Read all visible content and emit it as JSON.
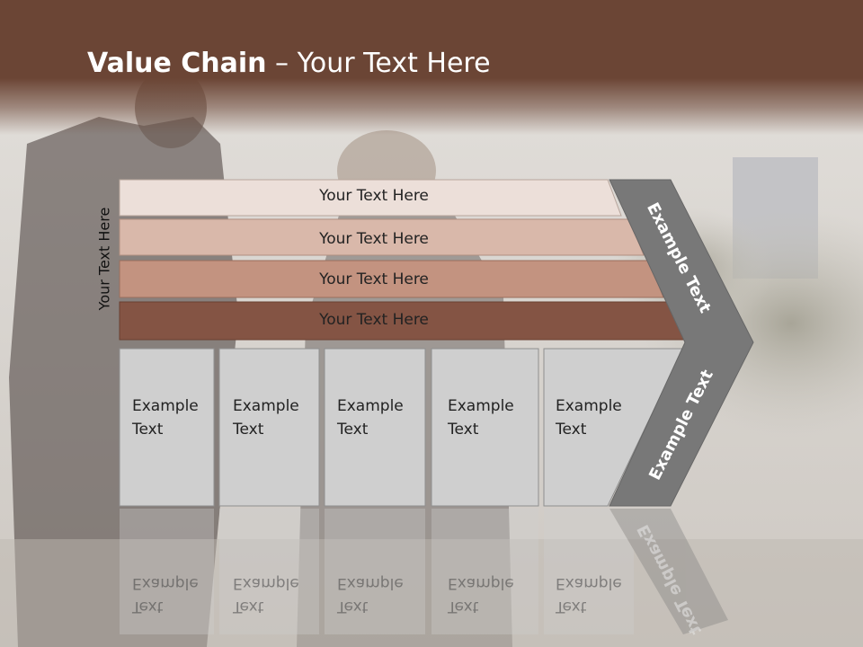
{
  "slide": {
    "title_bold": "Value Chain",
    "title_sep": " – ",
    "title_rest": "Your Text Here",
    "side_label": "Your Text Here",
    "bars": [
      {
        "label": "Your Text Here",
        "color": "#ecdfd9"
      },
      {
        "label": "Your Text Here",
        "color": "#d9b8aa"
      },
      {
        "label": "Your Text Here",
        "color": "#c39380"
      },
      {
        "label": "Your Text Here",
        "color": "#845444"
      }
    ],
    "boxes": [
      {
        "line1": "Example",
        "line2": "Text"
      },
      {
        "line1": "Example",
        "line2": "Text"
      },
      {
        "line1": "Example",
        "line2": "Text"
      },
      {
        "line1": "Example",
        "line2": "Text"
      },
      {
        "line1": "Example",
        "line2": "Text"
      }
    ],
    "chevron_top": "Example Text",
    "chevron_bottom": "Example Text",
    "colors": {
      "brand": "#6b4535",
      "chevron": "#787878",
      "box": "#cfcfcf"
    }
  }
}
